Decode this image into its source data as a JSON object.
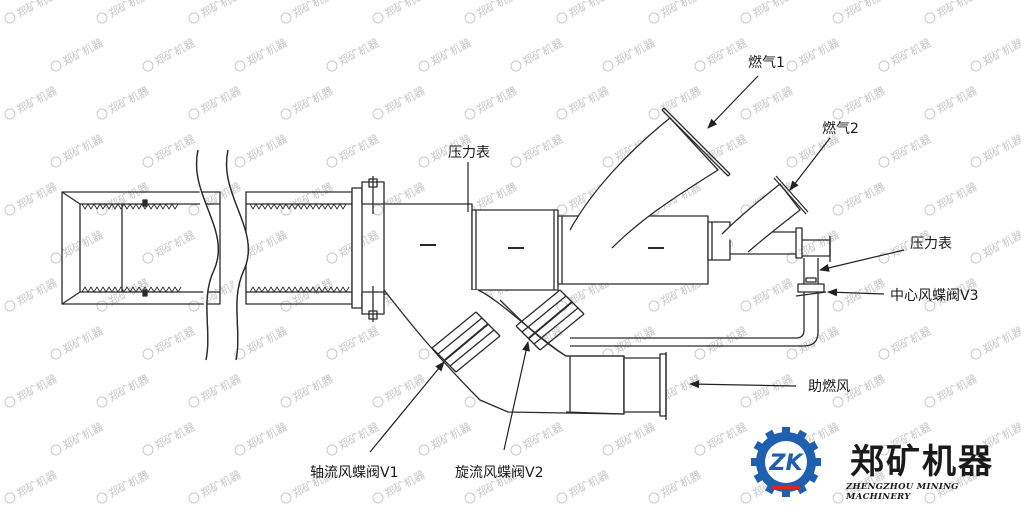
{
  "labels": {
    "gas1": "燃气1",
    "gas2": "燃气2",
    "gauge_left": "压力表",
    "gauge_right": "压力表",
    "center_valve": "中心风蝶阀V3",
    "secondary_air": "助燃风",
    "axial_valve": "轴流风蝶阀V1",
    "swirl_valve": "旋流风蝶阀V2"
  },
  "brand": {
    "logo_text": "ZK",
    "name": "郑矿机器",
    "subtitle": "ZHENGZHOU MINING MACHINERY",
    "logo_color": "#1f5fb0",
    "logo_accent": "#e0231b"
  },
  "watermark": {
    "text": "郑矿机器",
    "color": "#c8c8c8"
  }
}
